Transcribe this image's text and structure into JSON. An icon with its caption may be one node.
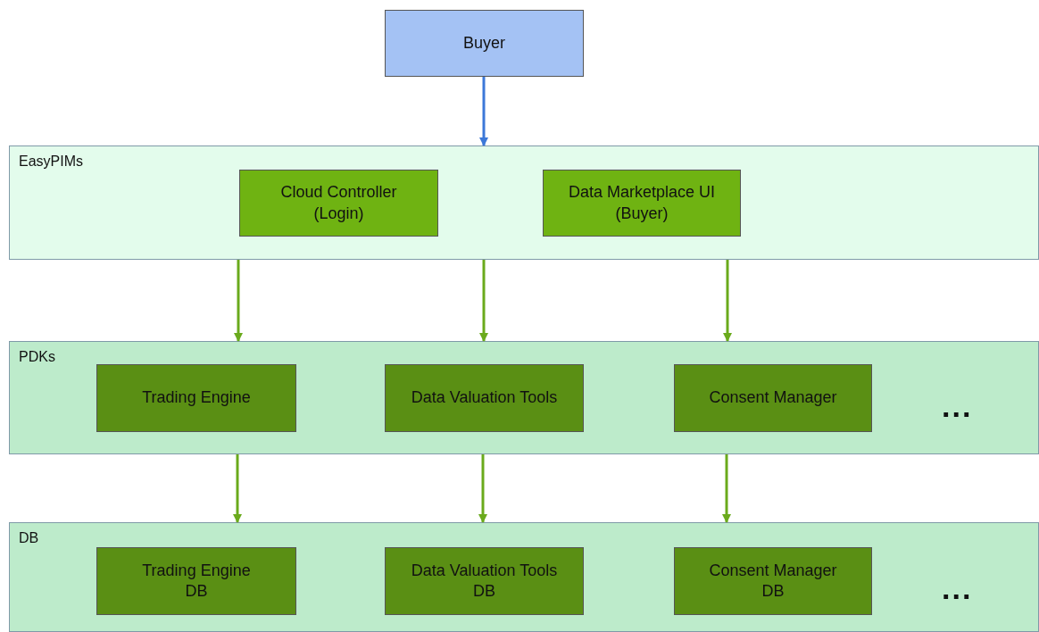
{
  "diagram": {
    "nodes": [
      {
        "text": [
          "Buyer"
        ]
      },
      {
        "text": [
          "EasyPIMs"
        ]
      },
      {
        "text": [
          "Cloud Controller (Login)"
        ],
        "in": 1
      },
      {
        "text": [
          "Data Marketplace UI (Buyer)"
        ],
        "in": 1
      },
      {
        "text": [
          "PDKs"
        ]
      },
      {
        "text": [
          "Trading Engine"
        ],
        "in": 4
      },
      {
        "text": [
          "Data Valuation Tools"
        ],
        "in": 4
      },
      {
        "text": [
          "Consent Manager"
        ],
        "in": 4
      },
      {
        "text": [
          "DB"
        ]
      },
      {
        "text": [
          "Trading Engine DB"
        ],
        "in": 8
      },
      {
        "text": [
          "Data Valuation Tools DB"
        ],
        "in": 8
      },
      {
        "text": [
          "Consent Manager DB"
        ],
        "in": 8
      }
    ],
    "edges": [
      {
        "from": 0,
        "to": 1,
        "arrow": "to",
        "color": "#3c78d8"
      },
      {
        "from": 1,
        "to": 4,
        "arrow": "to"
      },
      {
        "from": 1,
        "to": 4,
        "arrow": "to"
      },
      {
        "from": 1,
        "to": 4,
        "arrow": "to"
      },
      {
        "from": 4,
        "to": 8,
        "arrow": "to"
      },
      {
        "from": 4,
        "to": 8,
        "arrow": "to"
      },
      {
        "from": 4,
        "to": 8,
        "arrow": "to"
      }
    ],
    "labels": [
      "...",
      "..."
    ]
  }
}
